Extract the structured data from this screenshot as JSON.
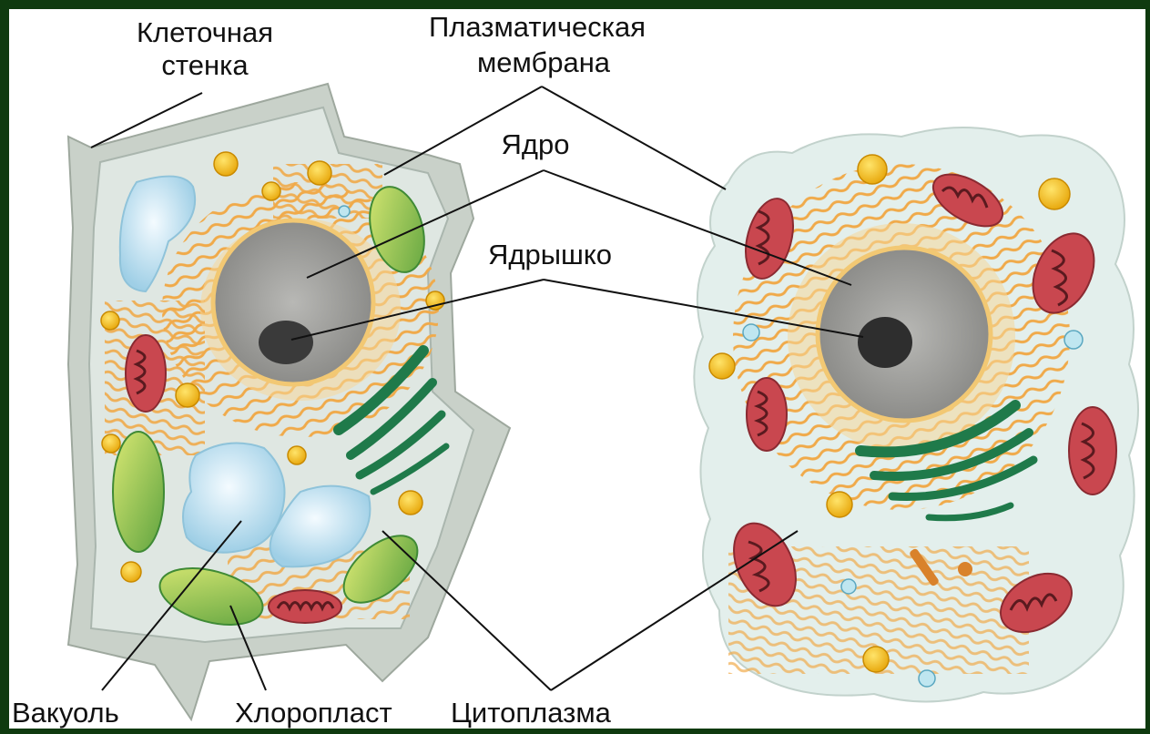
{
  "labels": {
    "cell_wall_line1": "Клеточная",
    "cell_wall_line2": "стенка",
    "plasma_line1": "Плазматическая",
    "plasma_line2": "мембрана",
    "nucleus": "Ядро",
    "nucleolus": "Ядрышко",
    "vacuole": "Вакуоль",
    "chloroplast": "Хлоропласт",
    "cytoplasm": "Цитоплазма"
  },
  "colors": {
    "background_frame": "#0f3a0f",
    "cell_wall": "#c9d1c9",
    "plant_cytoplasm": "#dfe7e2",
    "animal_cytoplasm": "#e3efec",
    "er": "#f2b35a",
    "nucleus": "#9b9b99",
    "nucleolus": "#3a3a3a",
    "vacuole": "#bfe0ef",
    "chloroplast": "#8fc25a",
    "mitochondrion": "#c9474f",
    "golgi": "#1f7a4a",
    "lysosome": "#f1c21a"
  },
  "icons": {
    "plant_cell": "plant-cell-illustration",
    "animal_cell": "animal-cell-illustration"
  }
}
